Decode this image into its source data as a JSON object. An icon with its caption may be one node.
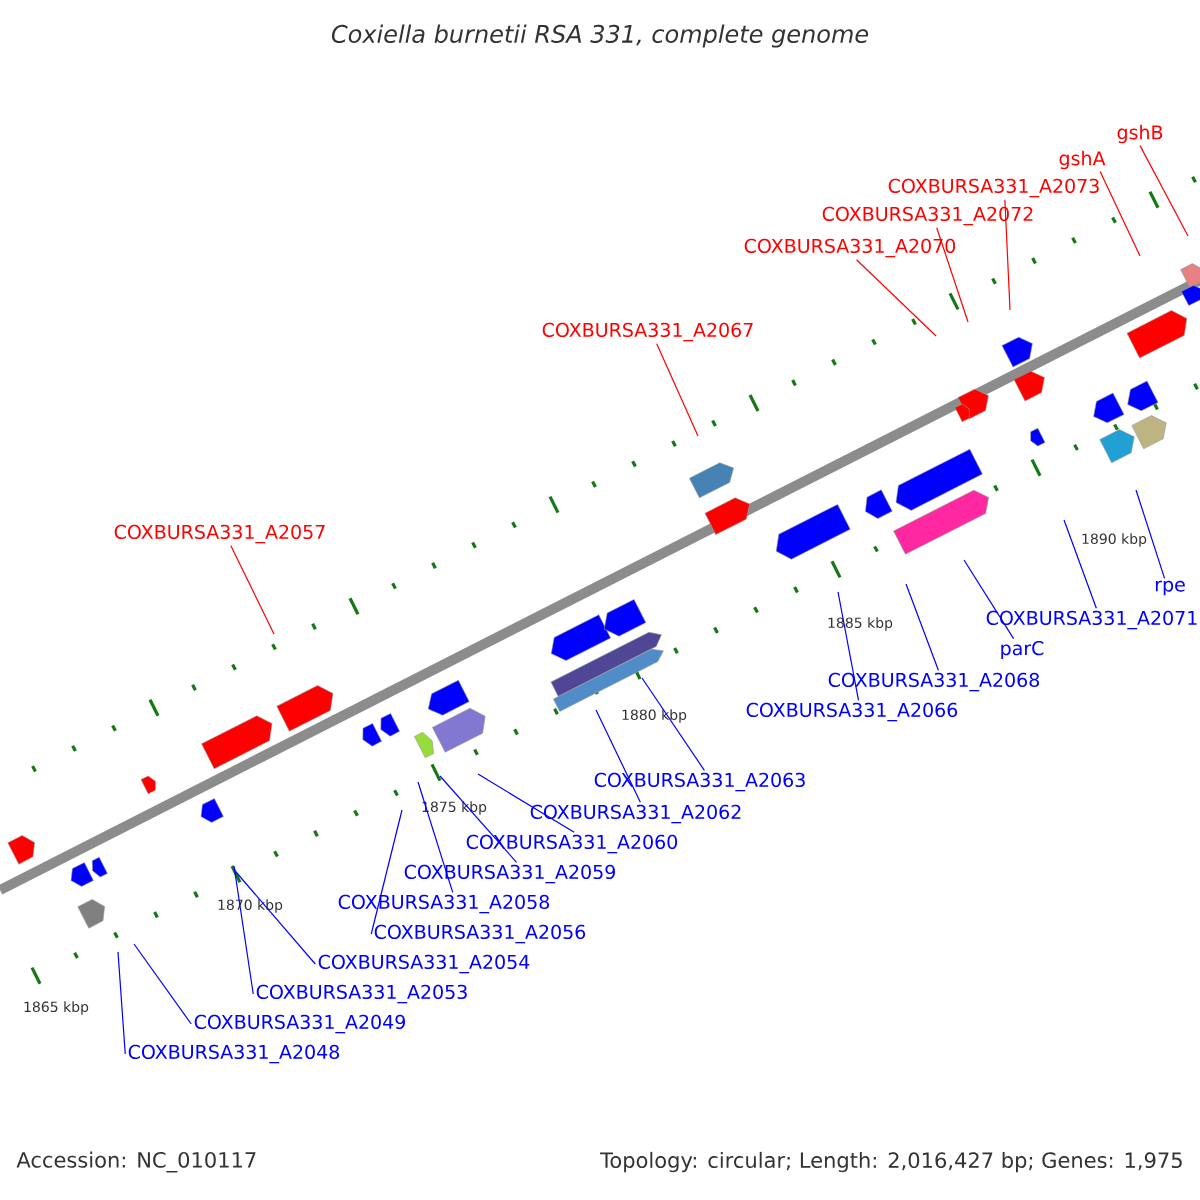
{
  "diagram": {
    "title": "Coxiella burnetii RSA 331, complete genome",
    "nodes": [
      {
        "text": [
          "gshB"
        ]
      },
      {
        "text": [
          "gshA"
        ]
      },
      {
        "text": [
          "COXBURSA331_A2073"
        ]
      },
      {
        "text": [
          "COXBURSA331_A2072"
        ]
      },
      {
        "text": [
          "COXBURSA331_A2070"
        ]
      },
      {
        "text": [
          "COXBURSA331_A2067"
        ]
      },
      {
        "text": [
          "COXBURSA331_A2057"
        ]
      },
      {
        "text": [
          "rpe"
        ]
      },
      {
        "text": [
          "COXBURSA331_A2071"
        ]
      },
      {
        "text": [
          "parC"
        ]
      },
      {
        "text": [
          "COXBURSA331_A2068"
        ]
      },
      {
        "text": [
          "COXBURSA331_A2066"
        ]
      },
      {
        "text": [
          "COXBURSA331_A2063"
        ]
      },
      {
        "text": [
          "COXBURSA331_A2062"
        ]
      },
      {
        "text": [
          "COXBURSA331_A2060"
        ]
      },
      {
        "text": [
          "COXBURSA331_A2059"
        ]
      },
      {
        "text": [
          "COXBURSA331_A2058"
        ]
      },
      {
        "text": [
          "COXBURSA331_A2056"
        ]
      },
      {
        "text": [
          "COXBURSA331_A2054"
        ]
      },
      {
        "text": [
          "COXBURSA331_A2053"
        ]
      },
      {
        "text": [
          "COXBURSA331_A2049"
        ]
      },
      {
        "text": [
          "COXBURSA331_A2048"
        ]
      }
    ],
    "edges": [
      {
        "from": 0,
        "to": null,
        "arrow": "none",
        "color": "#ff0000"
      },
      {
        "from": 1,
        "to": null,
        "arrow": "none",
        "color": "#ff0000"
      },
      {
        "from": 2,
        "to": null,
        "arrow": "none",
        "color": "#ff0000"
      },
      {
        "from": 3,
        "to": null,
        "arrow": "none",
        "color": "#ff0000"
      },
      {
        "from": 4,
        "to": null,
        "arrow": "none",
        "color": "#ff0000"
      },
      {
        "from": 5,
        "to": null,
        "arrow": "none",
        "color": "#ff0000"
      },
      {
        "from": 6,
        "to": null,
        "arrow": "none",
        "color": "#ff0000"
      },
      {
        "from": 7,
        "to": null,
        "arrow": "none"
      },
      {
        "from": 8,
        "to": null,
        "arrow": "none"
      },
      {
        "from": 9,
        "to": null,
        "arrow": "none"
      },
      {
        "from": 10,
        "to": null,
        "arrow": "none"
      },
      {
        "from": 11,
        "to": null,
        "arrow": "none"
      },
      {
        "from": 12,
        "to": null,
        "arrow": "none"
      },
      {
        "from": 13,
        "to": null,
        "arrow": "none"
      },
      {
        "from": 14,
        "to": null,
        "arrow": "none"
      },
      {
        "from": 15,
        "to": null,
        "arrow": "none"
      },
      {
        "from": 16,
        "to": null,
        "arrow": "none"
      },
      {
        "from": 17,
        "to": null,
        "arrow": "none"
      },
      {
        "from": 18,
        "to": null,
        "arrow": "none"
      },
      {
        "from": 19,
        "to": null,
        "arrow": "none"
      },
      {
        "from": 20,
        "to": null,
        "arrow": "none"
      },
      {
        "from": 21,
        "to": null,
        "arrow": "none"
      }
    ],
    "labels": [
      "1890 kbp",
      "1885 kbp",
      "1880 kbp",
      "1875 kbp",
      "1870 kbp",
      "1865 kbp",
      "Accession: NC_010117",
      "Topology: circular; Length: 2,016,427 bp; Genes: 1,975"
    ]
  }
}
